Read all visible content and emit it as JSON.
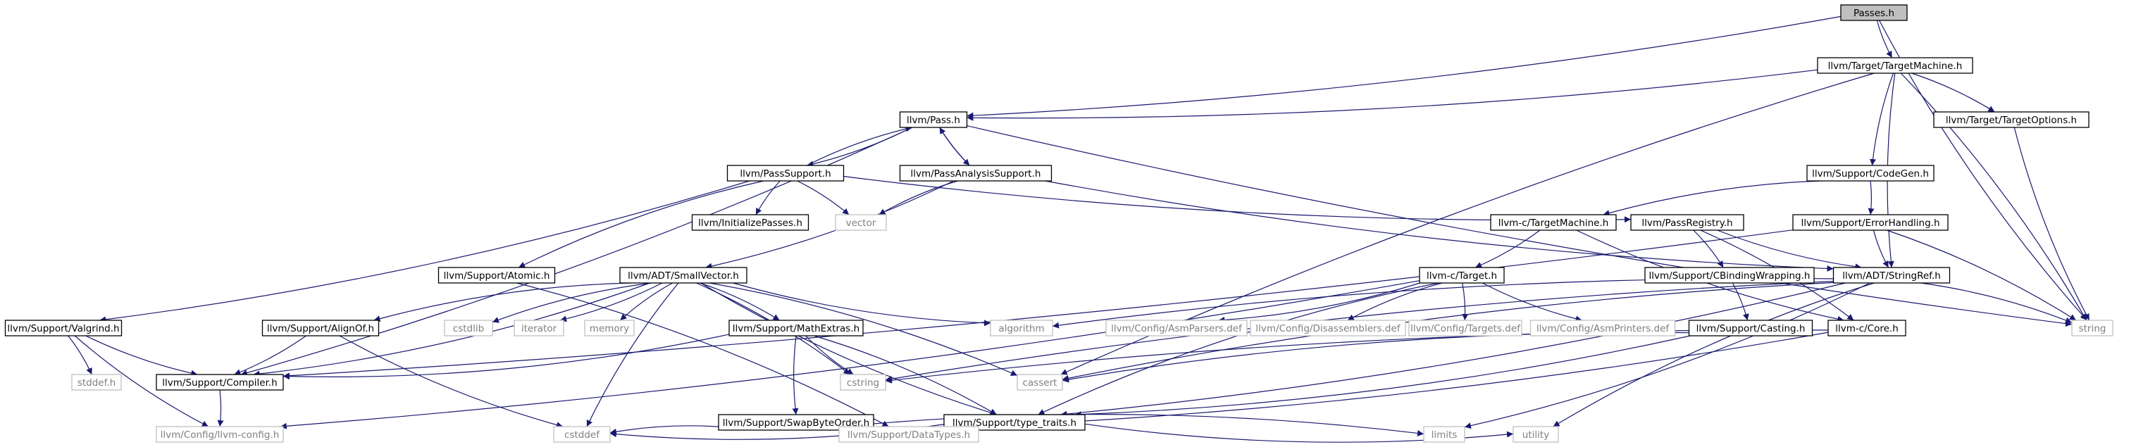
{
  "diagram": {
    "colors": {
      "edge": "#191970",
      "node_border": "#000000",
      "system_border": "#bfbfbf",
      "system_text": "#7f7f7f",
      "root_fill": "#bfbfbf",
      "background": "#ffffff"
    },
    "nodes": [
      {
        "id": "passes",
        "label": "Passes.h",
        "kind": "root"
      },
      {
        "id": "targetmachine",
        "label": "llvm/Target/TargetMachine.h",
        "kind": "header"
      },
      {
        "id": "pass",
        "label": "llvm/Pass.h",
        "kind": "header"
      },
      {
        "id": "passsupport",
        "label": "llvm/PassSupport.h",
        "kind": "header"
      },
      {
        "id": "passanalysis",
        "label": "llvm/PassAnalysisSupport.h",
        "kind": "header"
      },
      {
        "id": "initpasses",
        "label": "llvm/InitializePasses.h",
        "kind": "header"
      },
      {
        "id": "vector",
        "label": "vector",
        "kind": "system"
      },
      {
        "id": "passregistry",
        "label": "llvm/PassRegistry.h",
        "kind": "header"
      },
      {
        "id": "codegen",
        "label": "llvm/Support/CodeGen.h",
        "kind": "header"
      },
      {
        "id": "targetoptions",
        "label": "llvm/Target/TargetOptions.h",
        "kind": "header"
      },
      {
        "id": "ctargetmachine",
        "label": "llvm-c/TargetMachine.h",
        "kind": "header"
      },
      {
        "id": "errorhandling",
        "label": "llvm/Support/ErrorHandling.h",
        "kind": "header"
      },
      {
        "id": "valgrind",
        "label": "llvm/Support/Valgrind.h",
        "kind": "header"
      },
      {
        "id": "atomic",
        "label": "llvm/Support/Atomic.h",
        "kind": "header"
      },
      {
        "id": "smallvector",
        "label": "llvm/ADT/SmallVector.h",
        "kind": "header"
      },
      {
        "id": "ctarget",
        "label": "llvm-c/Target.h",
        "kind": "header"
      },
      {
        "id": "cbinding",
        "label": "llvm/Support/CBindingWrapping.h",
        "kind": "header"
      },
      {
        "id": "stringref",
        "label": "llvm/ADT/StringRef.h",
        "kind": "header"
      },
      {
        "id": "string",
        "label": "string",
        "kind": "system"
      },
      {
        "id": "stddef",
        "label": "stddef.h",
        "kind": "system"
      },
      {
        "id": "compiler",
        "label": "llvm/Support/Compiler.h",
        "kind": "header"
      },
      {
        "id": "alignof",
        "label": "llvm/Support/AlignOf.h",
        "kind": "header"
      },
      {
        "id": "cstdlib",
        "label": "cstdlib",
        "kind": "system"
      },
      {
        "id": "iterator",
        "label": "iterator",
        "kind": "system"
      },
      {
        "id": "memory",
        "label": "memory",
        "kind": "system"
      },
      {
        "id": "mathextras",
        "label": "llvm/Support/MathExtras.h",
        "kind": "header"
      },
      {
        "id": "algorithm",
        "label": "algorithm",
        "kind": "system"
      },
      {
        "id": "asmparsers",
        "label": "llvm/Config/AsmParsers.def",
        "kind": "system"
      },
      {
        "id": "disassemblers",
        "label": "llvm/Config/Disassemblers.def",
        "kind": "system"
      },
      {
        "id": "targetsdef",
        "label": "llvm/Config/Targets.def",
        "kind": "system"
      },
      {
        "id": "asmprinters",
        "label": "llvm/Config/AsmPrinters.def",
        "kind": "system"
      },
      {
        "id": "casting",
        "label": "llvm/Support/Casting.h",
        "kind": "header"
      },
      {
        "id": "ccore",
        "label": "llvm-c/Core.h",
        "kind": "header"
      },
      {
        "id": "cstring",
        "label": "cstring",
        "kind": "system"
      },
      {
        "id": "cassert",
        "label": "cassert",
        "kind": "system"
      },
      {
        "id": "swapbyteorder",
        "label": "llvm/Support/SwapByteOrder.h",
        "kind": "header"
      },
      {
        "id": "typetraits",
        "label": "llvm/Support/type_traits.h",
        "kind": "header"
      },
      {
        "id": "llvmconfig",
        "label": "llvm/Config/llvm-config.h",
        "kind": "system"
      },
      {
        "id": "cstddef",
        "label": "cstddef",
        "kind": "system"
      },
      {
        "id": "datatypes",
        "label": "llvm/Support/DataTypes.h",
        "kind": "system"
      },
      {
        "id": "limits",
        "label": "limits",
        "kind": "system"
      },
      {
        "id": "utility",
        "label": "utility",
        "kind": "system"
      }
    ],
    "edges": [
      [
        "passes",
        "targetmachine"
      ],
      [
        "passes",
        "pass"
      ],
      [
        "passes",
        "string"
      ],
      [
        "targetmachine",
        "pass"
      ],
      [
        "targetmachine",
        "codegen"
      ],
      [
        "targetmachine",
        "targetoptions"
      ],
      [
        "targetmachine",
        "stringref"
      ],
      [
        "targetmachine",
        "string"
      ],
      [
        "targetmachine",
        "cassert"
      ],
      [
        "pass",
        "passsupport"
      ],
      [
        "pass",
        "passanalysis"
      ],
      [
        "pass",
        "compiler"
      ],
      [
        "pass",
        "string"
      ],
      [
        "passsupport",
        "pass"
      ],
      [
        "passsupport",
        "initpasses"
      ],
      [
        "passsupport",
        "vector"
      ],
      [
        "passsupport",
        "passregistry"
      ],
      [
        "passsupport",
        "valgrind"
      ],
      [
        "passsupport",
        "atomic"
      ],
      [
        "passanalysis",
        "pass"
      ],
      [
        "passanalysis",
        "vector"
      ],
      [
        "passanalysis",
        "smallvector"
      ],
      [
        "passanalysis",
        "stringref"
      ],
      [
        "passregistry",
        "cbinding"
      ],
      [
        "passregistry",
        "stringref"
      ],
      [
        "passregistry",
        "ccore"
      ],
      [
        "codegen",
        "ctargetmachine"
      ],
      [
        "codegen",
        "errorhandling"
      ],
      [
        "targetoptions",
        "string"
      ],
      [
        "ctargetmachine",
        "ctarget"
      ],
      [
        "ctargetmachine",
        "ccore"
      ],
      [
        "errorhandling",
        "compiler"
      ],
      [
        "errorhandling",
        "stringref"
      ],
      [
        "errorhandling",
        "string"
      ],
      [
        "valgrind",
        "compiler"
      ],
      [
        "valgrind",
        "stddef"
      ],
      [
        "valgrind",
        "llvmconfig"
      ],
      [
        "atomic",
        "datatypes"
      ],
      [
        "smallvector",
        "alignof"
      ],
      [
        "smallvector",
        "compiler"
      ],
      [
        "smallvector",
        "cstdlib"
      ],
      [
        "smallvector",
        "iterator"
      ],
      [
        "smallvector",
        "memory"
      ],
      [
        "smallvector",
        "mathextras"
      ],
      [
        "smallvector",
        "algorithm"
      ],
      [
        "smallvector",
        "cstring"
      ],
      [
        "smallvector",
        "typetraits"
      ],
      [
        "smallvector",
        "cassert"
      ],
      [
        "smallvector",
        "cstddef"
      ],
      [
        "ctarget",
        "asmparsers"
      ],
      [
        "ctarget",
        "disassemblers"
      ],
      [
        "ctarget",
        "targetsdef"
      ],
      [
        "ctarget",
        "asmprinters"
      ],
      [
        "ctarget",
        "llvmconfig"
      ],
      [
        "ctarget",
        "typetraits"
      ],
      [
        "cbinding",
        "casting"
      ],
      [
        "stringref",
        "algorithm"
      ],
      [
        "stringref",
        "string"
      ],
      [
        "stringref",
        "cstring"
      ],
      [
        "stringref",
        "typetraits"
      ],
      [
        "stringref",
        "cassert"
      ],
      [
        "stringref",
        "limits"
      ],
      [
        "stringref",
        "utility"
      ],
      [
        "alignof",
        "compiler"
      ],
      [
        "alignof",
        "cstddef"
      ],
      [
        "mathextras",
        "compiler"
      ],
      [
        "mathextras",
        "swapbyteorder"
      ],
      [
        "mathextras",
        "typetraits"
      ],
      [
        "mathextras",
        "cstring"
      ],
      [
        "casting",
        "typetraits"
      ],
      [
        "casting",
        "cassert"
      ],
      [
        "ccore",
        "datatypes"
      ],
      [
        "ccore",
        "cstring"
      ],
      [
        "swapbyteorder",
        "datatypes"
      ],
      [
        "swapbyteorder",
        "cstddef"
      ],
      [
        "swapbyteorder",
        "limits"
      ],
      [
        "typetraits",
        "datatypes"
      ],
      [
        "typetraits",
        "cstddef"
      ],
      [
        "typetraits",
        "utility"
      ],
      [
        "compiler",
        "llvmconfig"
      ]
    ]
  }
}
